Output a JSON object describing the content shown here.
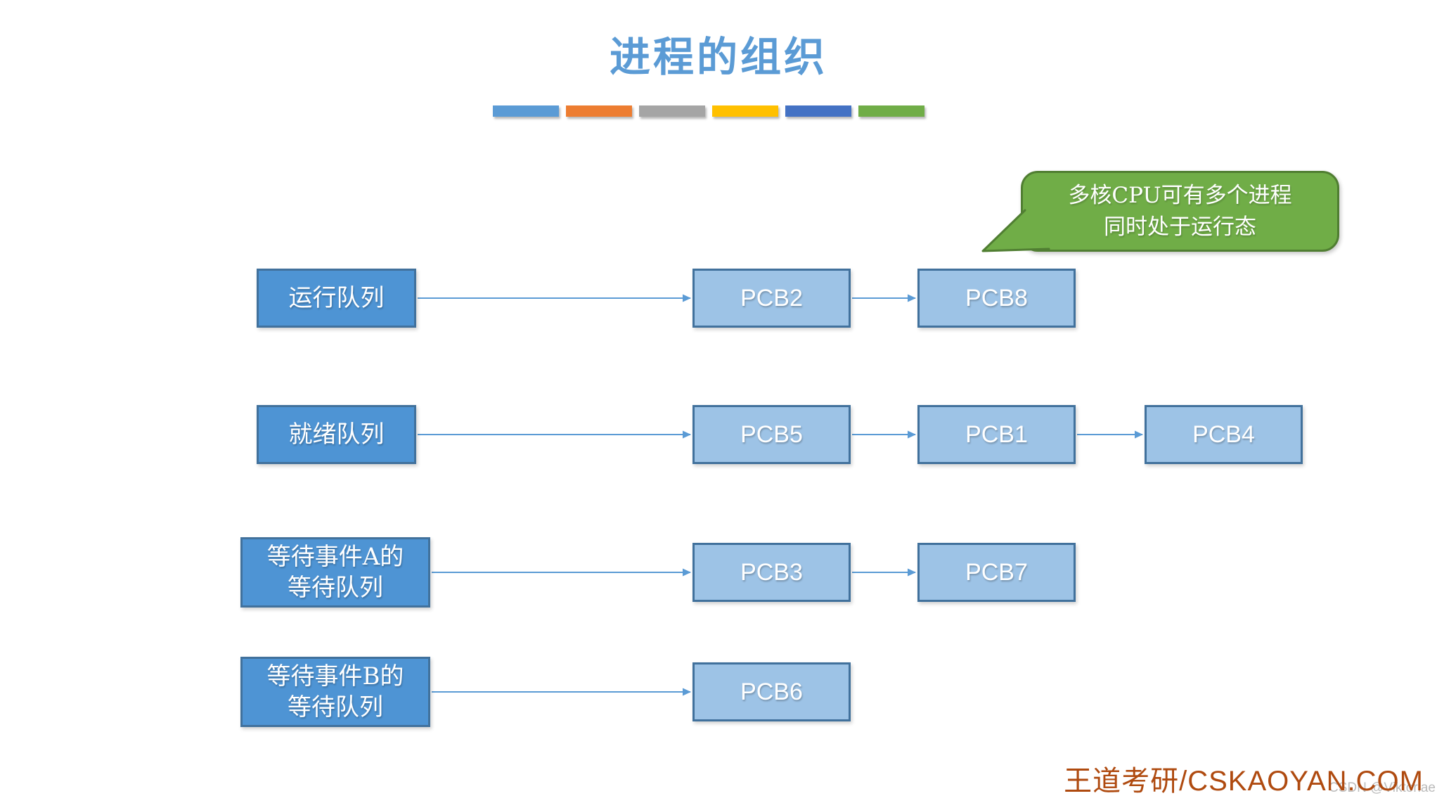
{
  "page": {
    "background": "#ffffff"
  },
  "title": {
    "text": "进程的组织",
    "color": "#5B9BD5"
  },
  "accent_bars": {
    "colors": [
      "#5B9BD5",
      "#ED7D31",
      "#A5A5A5",
      "#FFC000",
      "#4472C4",
      "#70AD47"
    ]
  },
  "callout": {
    "lines": [
      "多核CPU可有多个进程",
      "同时处于运行态"
    ],
    "fill": "#70AD47",
    "border_color": "#507E32",
    "text_color": "#ffffff"
  },
  "diagram": {
    "queue_fill": "#4E94D4",
    "queue_border": "#41719C",
    "pcb_fill": "#9DC3E6",
    "pcb_border": "#41719C",
    "arrow_color": "#5B9BD5",
    "text_color": "#ffffff",
    "rows": [
      {
        "queue_lines": [
          "运行队列"
        ],
        "pcbs": [
          "PCB2",
          "PCB8"
        ]
      },
      {
        "queue_lines": [
          "就绪队列"
        ],
        "pcbs": [
          "PCB5",
          "PCB1",
          "PCB4"
        ]
      },
      {
        "queue_lines": [
          "等待事件A的",
          "等待队列"
        ],
        "pcbs": [
          "PCB3",
          "PCB7"
        ]
      },
      {
        "queue_lines": [
          "等待事件B的",
          "等待队列"
        ],
        "pcbs": [
          "PCB6"
        ]
      }
    ]
  },
  "watermark": {
    "brand": "王道考研/CSKAOYAN.COM",
    "brand_color": "#AF4A0F",
    "csdn": "CSDN @Viktoriae",
    "csdn_color": "#BBBBBB"
  }
}
